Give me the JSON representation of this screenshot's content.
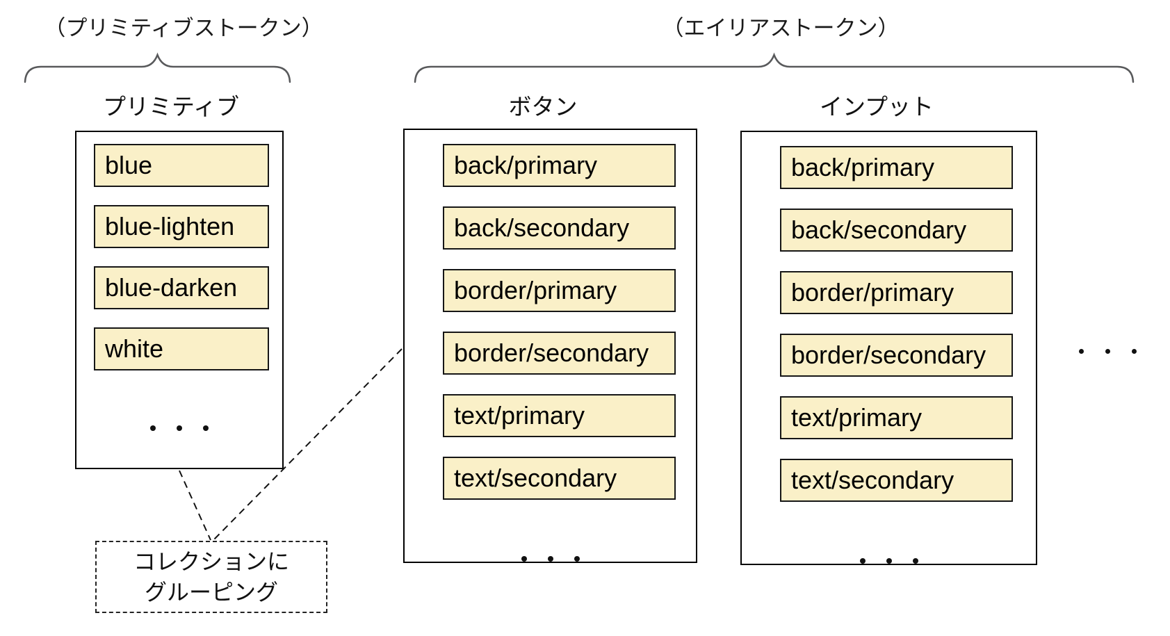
{
  "colors": {
    "background": "#ffffff",
    "item_fill": "#FAF0C8",
    "item_border": "#161616",
    "panel_border": "#000000",
    "brace": "#58595B",
    "text": "#111111"
  },
  "brackets": [
    {
      "label": "（プリミティブストークン）"
    },
    {
      "label": "（エイリアストークン）"
    }
  ],
  "panels": [
    {
      "title": "プリミティブ",
      "items": [
        "blue",
        "blue-lighten",
        "blue-darken",
        "white"
      ],
      "ellipsis": "・・・"
    },
    {
      "title": "ボタン",
      "items": [
        "back/primary",
        "back/secondary",
        "border/primary",
        "border/secondary",
        "text/primary",
        "text/secondary"
      ],
      "ellipsis": "・・・"
    },
    {
      "title": "インプット",
      "items": [
        "back/primary",
        "back/secondary",
        "border/primary",
        "border/secondary",
        "text/primary",
        "text/secondary"
      ],
      "ellipsis": "・・・"
    }
  ],
  "outside_ellipsis": "・・・",
  "note": {
    "line1": "コレクションに",
    "line2": "グルーピング"
  }
}
